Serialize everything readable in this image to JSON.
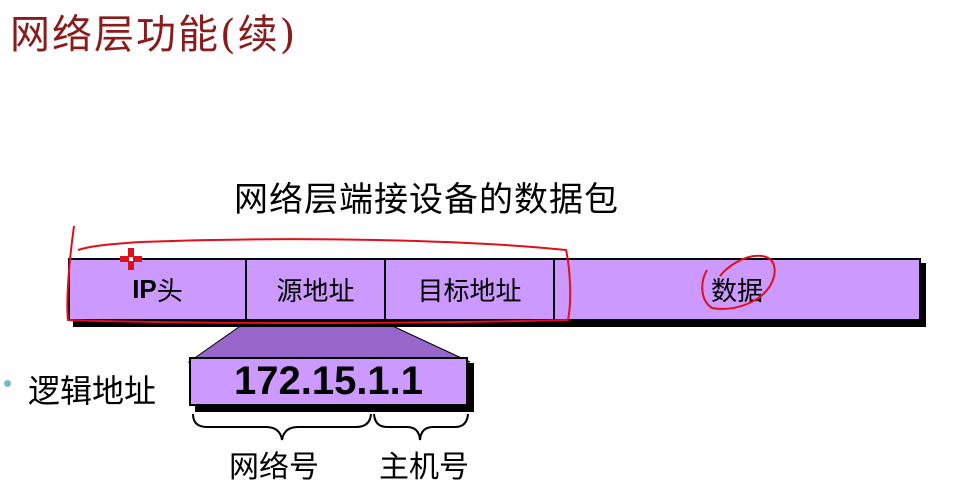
{
  "title": "网络层功能(续)",
  "subtitle": "网络层端接设备的数据包",
  "packet": {
    "ip_label_bold": "IP",
    "ip_label_rest": "头",
    "source_address": "源地址",
    "destination_address": "目标地址",
    "data": "数据"
  },
  "bullet": {
    "text": "逻辑地址"
  },
  "address": {
    "value": "172.15.1.1",
    "network_label": "网络号",
    "host_label": "主机号"
  },
  "colors": {
    "title": "#8b1a1a",
    "field_fill": "#cc99ff",
    "callout_fill": "#9966cc",
    "annotation_red": "#e0101a",
    "bullet": "#7fb3c8"
  }
}
